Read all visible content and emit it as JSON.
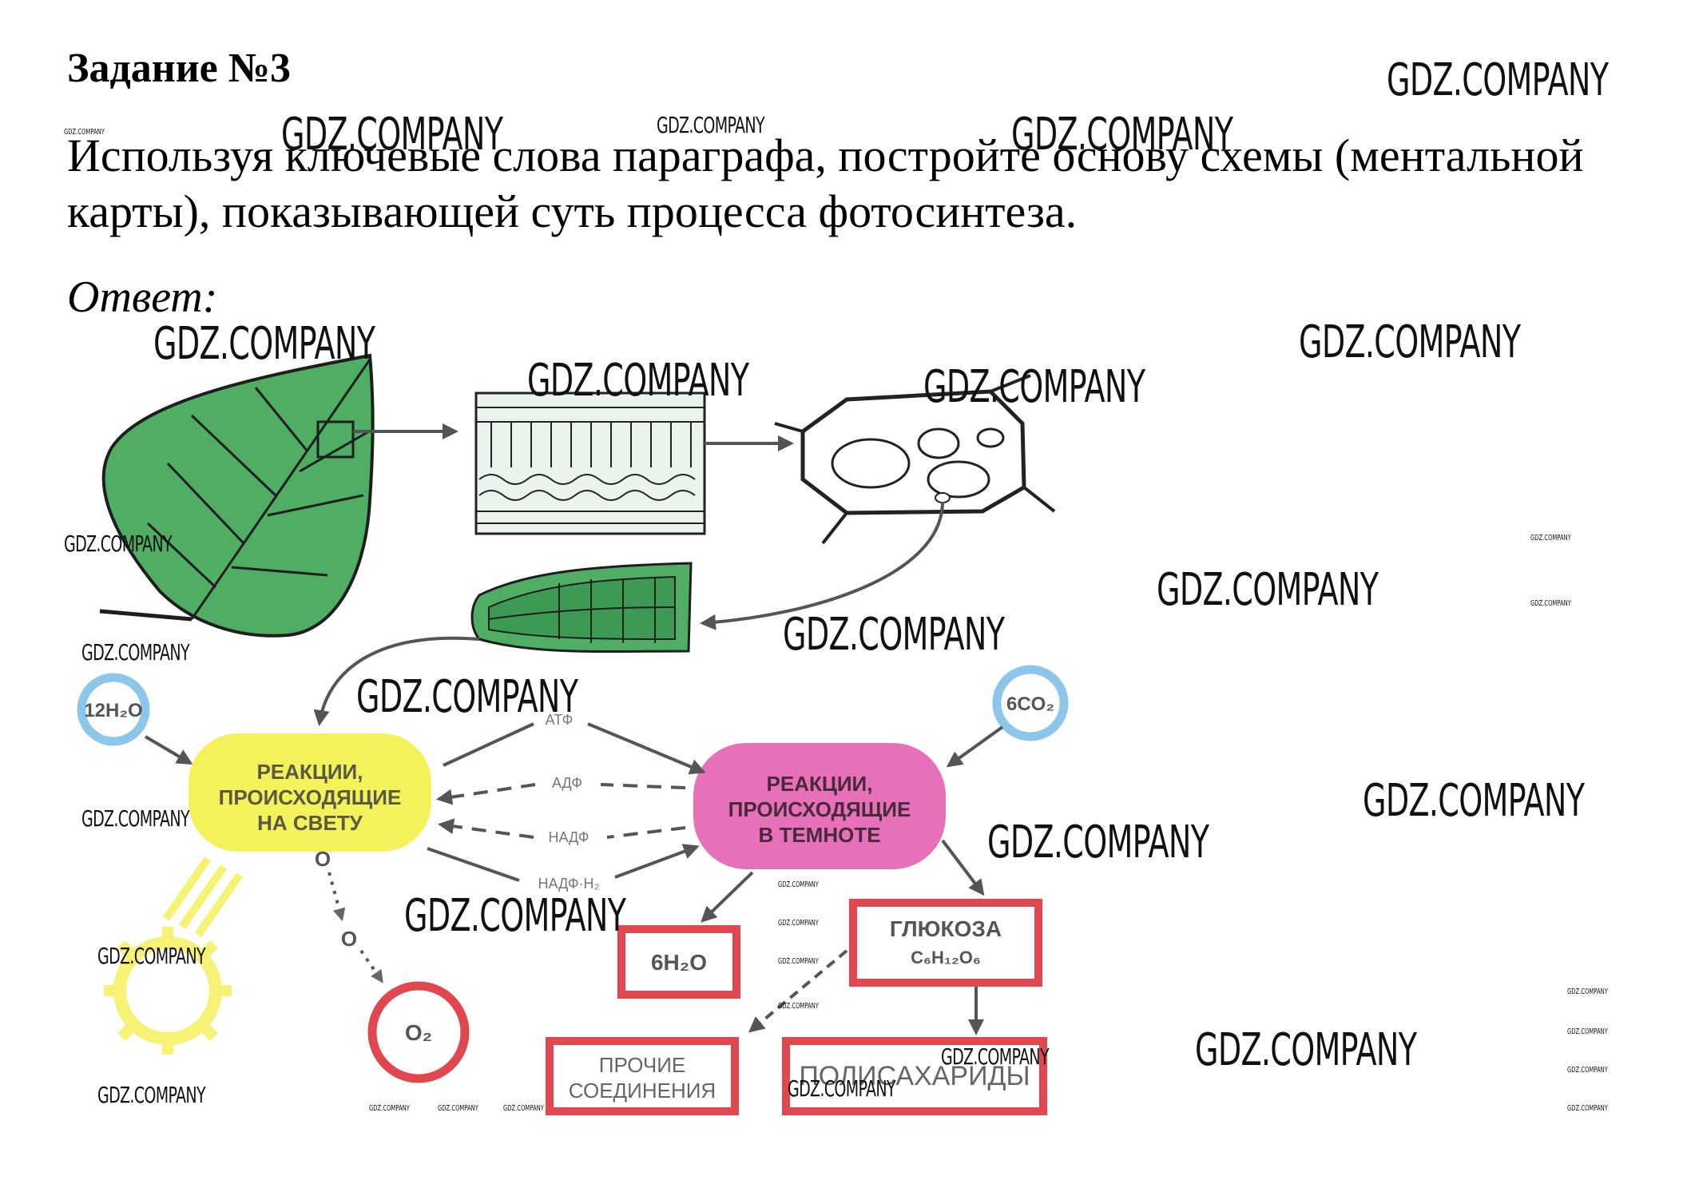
{
  "task": {
    "title": "Задание №3",
    "text": "Используя ключевые слова параграфа, постройте основу схемы (ментальной карты), показывающей суть процесса фотосинтеза.",
    "answer_label": "Ответ:"
  },
  "diagram": {
    "inputs": {
      "water": "12H₂O",
      "co2": "6CO₂"
    },
    "light_reactions": [
      "РЕАКЦИИ,",
      "ПРОИСХОДЯЩИЕ",
      "НА СВЕТУ"
    ],
    "dark_reactions": [
      "РЕАКЦИИ,",
      "ПРОИСХОДЯЩИЕ",
      "В ТЕМНОТЕ"
    ],
    "transfers": {
      "atp": "АТФ",
      "adp": "АДФ",
      "nadp": "НАДФ",
      "nadph": "НАДФ·H₂"
    },
    "oxygen_atom": "O",
    "outputs": {
      "oxygen": "O₂",
      "water": "6H₂O",
      "glucose_name": "ГЛЮКОЗА",
      "glucose_formula": "C₆H₁₂O₆",
      "other": [
        "ПРОЧИЕ",
        "СОЕДИНЕНИЯ"
      ],
      "polysaccharides": "ПОЛИСАХАРИДЫ"
    },
    "colors": {
      "leaf": "#4fae63",
      "light_reactions": "#f4f25a",
      "dark_reactions": "#e771b9",
      "water_ring": "#8cc6ea",
      "oxygen_ring": "#e0474e",
      "output_box": "#e0474e",
      "sun": "#f6f274"
    }
  },
  "watermark": "GDZ.COMPANY"
}
